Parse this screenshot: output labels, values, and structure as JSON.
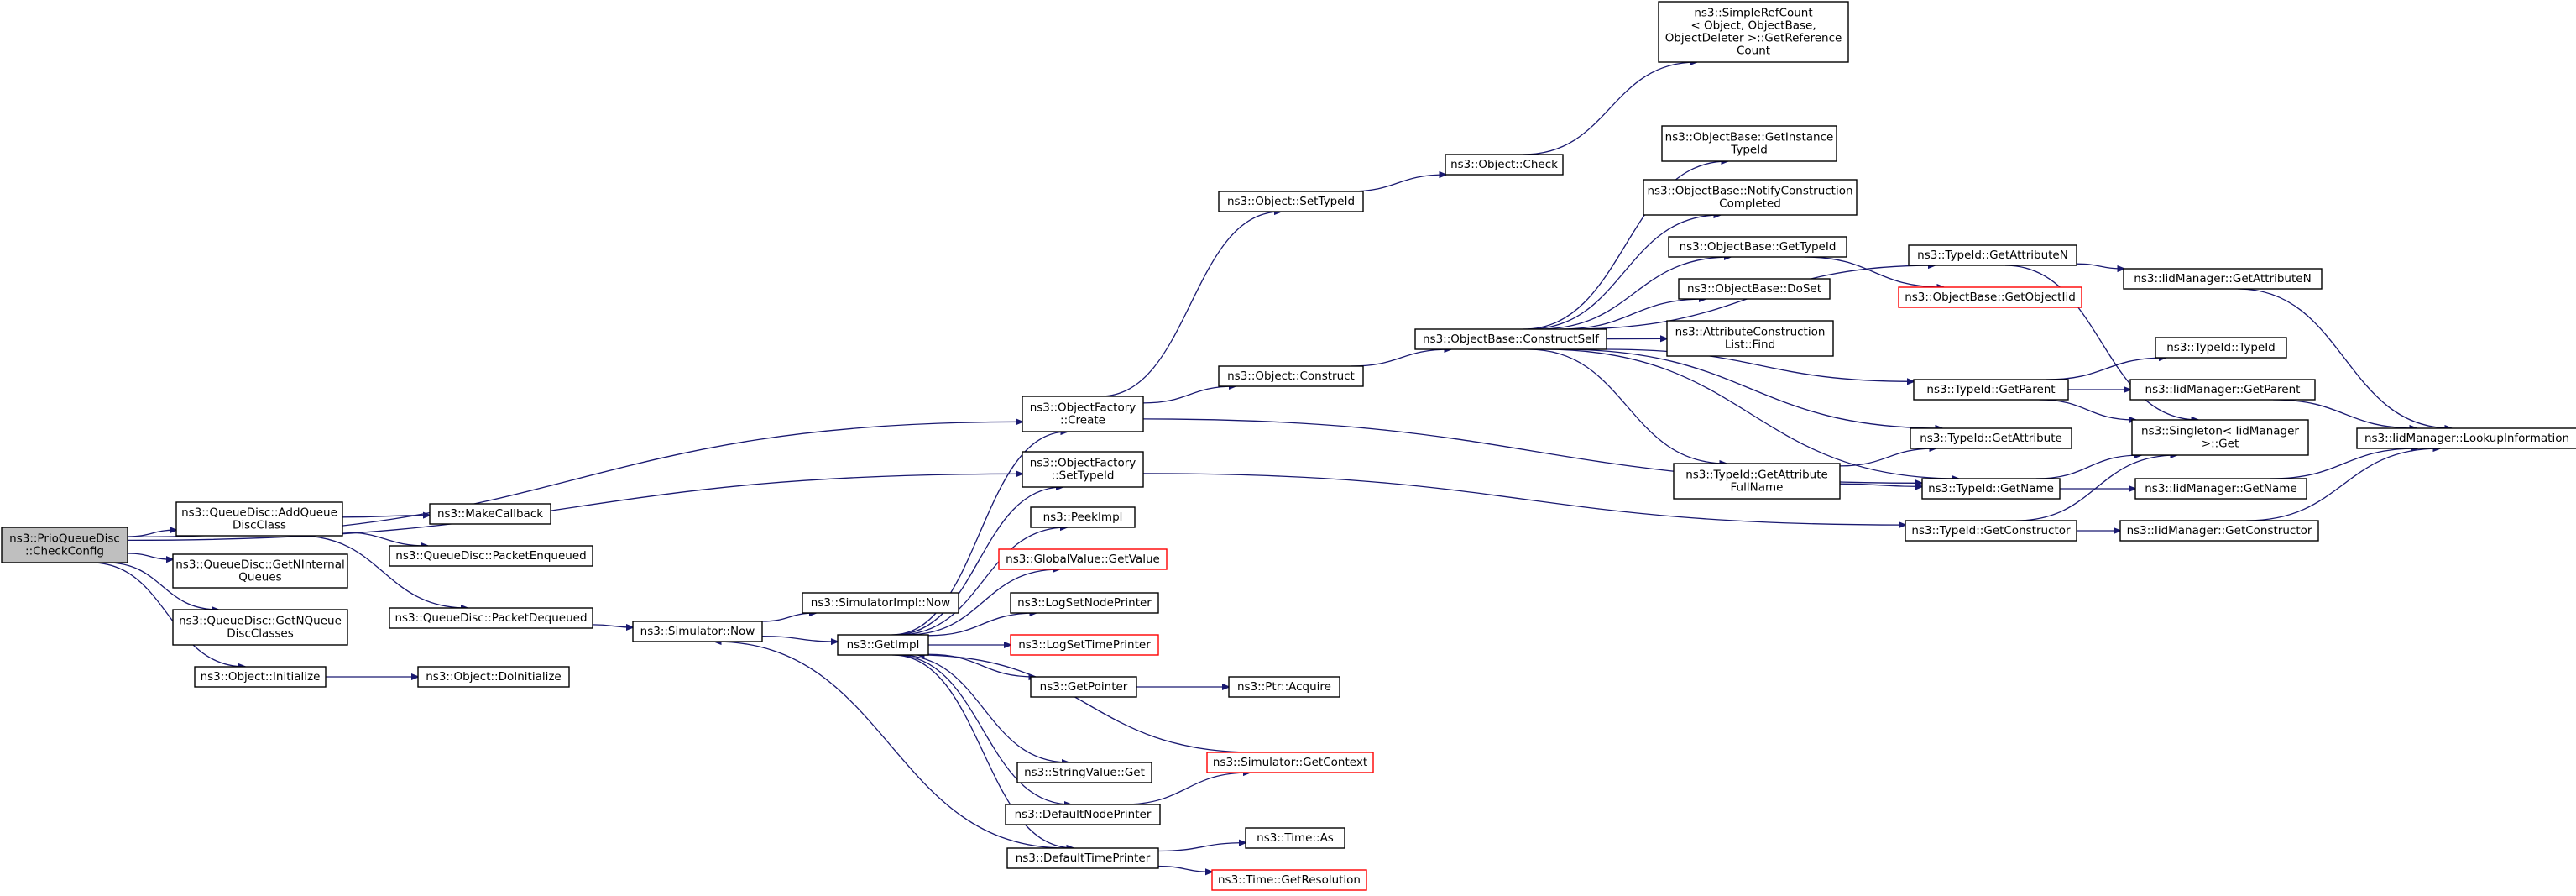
{
  "colors": {
    "edge": "#191970",
    "node_border": "#000000",
    "missing_border": "#ff0000",
    "root_fill": "#bfbfbf"
  },
  "nodes": [
    {
      "id": "root",
      "lines": [
        "ns3::PrioQueueDisc",
        "::CheckConfig"
      ],
      "style": "root"
    },
    {
      "id": "addQueueDiscClass",
      "lines": [
        "ns3::QueueDisc::AddQueue",
        "DiscClass"
      ]
    },
    {
      "id": "getNInternalQueues",
      "lines": [
        "ns3::QueueDisc::GetNInternal",
        "Queues"
      ]
    },
    {
      "id": "getNQueueDiscClasses",
      "lines": [
        "ns3::QueueDisc::GetNQueue",
        "DiscClasses"
      ]
    },
    {
      "id": "objectInitialize",
      "lines": [
        "ns3::Object::Initialize"
      ]
    },
    {
      "id": "objectDoInitialize",
      "lines": [
        "ns3::Object::DoInitialize"
      ]
    },
    {
      "id": "makeCallback",
      "lines": [
        "ns3::MakeCallback"
      ]
    },
    {
      "id": "packetEnqueued",
      "lines": [
        "ns3::QueueDisc::PacketEnqueued"
      ]
    },
    {
      "id": "packetDequeued",
      "lines": [
        "ns3::QueueDisc::PacketDequeued"
      ]
    },
    {
      "id": "simulatorNow",
      "lines": [
        "ns3::Simulator::Now"
      ]
    },
    {
      "id": "simulatorImplNow",
      "lines": [
        "ns3::SimulatorImpl::Now"
      ]
    },
    {
      "id": "getImpl",
      "lines": [
        "ns3::GetImpl"
      ]
    },
    {
      "id": "objectFactoryCreate",
      "lines": [
        "ns3::ObjectFactory",
        "::Create"
      ]
    },
    {
      "id": "objectFactorySetTypeId",
      "lines": [
        "ns3::ObjectFactory",
        "::SetTypeId"
      ]
    },
    {
      "id": "peekImpl",
      "lines": [
        "ns3::PeekImpl"
      ]
    },
    {
      "id": "globalValueGetValue",
      "lines": [
        "ns3::GlobalValue::GetValue"
      ],
      "style": "missing"
    },
    {
      "id": "logSetNodePrinter",
      "lines": [
        "ns3::LogSetNodePrinter"
      ]
    },
    {
      "id": "logSetTimePrinter",
      "lines": [
        "ns3::LogSetTimePrinter"
      ],
      "style": "missing"
    },
    {
      "id": "getPointer",
      "lines": [
        "ns3::GetPointer"
      ]
    },
    {
      "id": "ptrAcquire",
      "lines": [
        "ns3::Ptr::Acquire"
      ]
    },
    {
      "id": "stringValueGet",
      "lines": [
        "ns3::StringValue::Get"
      ]
    },
    {
      "id": "simulatorGetContext",
      "lines": [
        "ns3::Simulator::GetContext"
      ],
      "style": "missing"
    },
    {
      "id": "defaultNodePrinter",
      "lines": [
        "ns3::DefaultNodePrinter"
      ]
    },
    {
      "id": "defaultTimePrinter",
      "lines": [
        "ns3::DefaultTimePrinter"
      ]
    },
    {
      "id": "timeAs",
      "lines": [
        "ns3::Time::As"
      ]
    },
    {
      "id": "timeGetResolution",
      "lines": [
        "ns3::Time::GetResolution"
      ],
      "style": "missing"
    },
    {
      "id": "objectSetTypeId",
      "lines": [
        "ns3::Object::SetTypeId"
      ]
    },
    {
      "id": "objectCheck",
      "lines": [
        "ns3::Object::Check"
      ]
    },
    {
      "id": "simpleRefCount",
      "lines": [
        "ns3::SimpleRefCount",
        "< Object, ObjectBase,",
        "ObjectDeleter >::GetReference",
        "Count"
      ]
    },
    {
      "id": "objectConstruct",
      "lines": [
        "ns3::Object::Construct"
      ]
    },
    {
      "id": "constructSelf",
      "lines": [
        "ns3::ObjectBase::ConstructSelf"
      ]
    },
    {
      "id": "getInstanceTypeId",
      "lines": [
        "ns3::ObjectBase::GetInstance",
        "TypeId"
      ]
    },
    {
      "id": "notifyConstructionCompleted",
      "lines": [
        "ns3::ObjectBase::NotifyConstruction",
        "Completed"
      ]
    },
    {
      "id": "objectBaseGetTypeId",
      "lines": [
        "ns3::ObjectBase::GetTypeId"
      ]
    },
    {
      "id": "objectBaseDoSet",
      "lines": [
        "ns3::ObjectBase::DoSet"
      ]
    },
    {
      "id": "attributeConstructionListFind",
      "lines": [
        "ns3::AttributeConstruction",
        "List::Find"
      ]
    },
    {
      "id": "getAttributeFullName",
      "lines": [
        "ns3::TypeId::GetAttribute",
        "FullName"
      ]
    },
    {
      "id": "getObjectIid",
      "lines": [
        "ns3::ObjectBase::GetObjectIid"
      ],
      "style": "missing"
    },
    {
      "id": "typeIdGetAttributeN",
      "lines": [
        "ns3::TypeId::GetAttributeN"
      ]
    },
    {
      "id": "typeIdGetParent",
      "lines": [
        "ns3::TypeId::GetParent"
      ]
    },
    {
      "id": "typeIdGetAttribute",
      "lines": [
        "ns3::TypeId::GetAttribute"
      ]
    },
    {
      "id": "typeIdGetName",
      "lines": [
        "ns3::TypeId::GetName"
      ]
    },
    {
      "id": "typeIdGetConstructor",
      "lines": [
        "ns3::TypeId::GetConstructor"
      ]
    },
    {
      "id": "iidGetAttributeN",
      "lines": [
        "ns3::IidManager::GetAttributeN"
      ]
    },
    {
      "id": "typeIdTypeId",
      "lines": [
        "ns3::TypeId::TypeId"
      ]
    },
    {
      "id": "iidGetParent",
      "lines": [
        "ns3::IidManager::GetParent"
      ]
    },
    {
      "id": "singletonGet",
      "lines": [
        "ns3::Singleton< IidManager",
        "  >::Get"
      ]
    },
    {
      "id": "iidGetName",
      "lines": [
        "ns3::IidManager::GetName"
      ]
    },
    {
      "id": "iidGetConstructor",
      "lines": [
        "ns3::IidManager::GetConstructor"
      ]
    },
    {
      "id": "lookupInformation",
      "lines": [
        "ns3::IidManager::LookupInformation"
      ]
    }
  ],
  "edges": [
    [
      "root",
      "objectFactoryCreate"
    ],
    [
      "root",
      "objectFactorySetTypeId"
    ],
    [
      "root",
      "addQueueDiscClass"
    ],
    [
      "root",
      "getNInternalQueues"
    ],
    [
      "root",
      "getNQueueDiscClasses"
    ],
    [
      "root",
      "objectInitialize"
    ],
    [
      "addQueueDiscClass",
      "makeCallback"
    ],
    [
      "addQueueDiscClass",
      "packetEnqueued"
    ],
    [
      "addQueueDiscClass",
      "packetDequeued"
    ],
    [
      "objectInitialize",
      "objectDoInitialize"
    ],
    [
      "packetDequeued",
      "simulatorNow"
    ],
    [
      "simulatorNow",
      "simulatorImplNow"
    ],
    [
      "simulatorNow",
      "getImpl"
    ],
    [
      "getImpl",
      "objectFactoryCreate"
    ],
    [
      "getImpl",
      "objectFactorySetTypeId"
    ],
    [
      "getImpl",
      "peekImpl"
    ],
    [
      "getImpl",
      "globalValueGetValue"
    ],
    [
      "getImpl",
      "logSetNodePrinter"
    ],
    [
      "getImpl",
      "logSetTimePrinter"
    ],
    [
      "getImpl",
      "getPointer"
    ],
    [
      "getImpl",
      "stringValueGet"
    ],
    [
      "getImpl",
      "defaultNodePrinter"
    ],
    [
      "getImpl",
      "defaultTimePrinter"
    ],
    [
      "simulatorGetContext",
      "getImpl"
    ],
    [
      "defaultTimePrinter",
      "simulatorNow"
    ],
    [
      "getPointer",
      "ptrAcquire"
    ],
    [
      "defaultNodePrinter",
      "simulatorGetContext"
    ],
    [
      "defaultTimePrinter",
      "timeAs"
    ],
    [
      "defaultTimePrinter",
      "timeGetResolution"
    ],
    [
      "objectFactoryCreate",
      "objectSetTypeId"
    ],
    [
      "objectFactoryCreate",
      "objectConstruct"
    ],
    [
      "objectFactoryCreate",
      "typeIdGetName"
    ],
    [
      "objectFactorySetTypeId",
      "typeIdGetConstructor"
    ],
    [
      "objectSetTypeId",
      "objectCheck"
    ],
    [
      "objectCheck",
      "simpleRefCount"
    ],
    [
      "objectConstruct",
      "constructSelf"
    ],
    [
      "constructSelf",
      "getInstanceTypeId"
    ],
    [
      "constructSelf",
      "notifyConstructionCompleted"
    ],
    [
      "constructSelf",
      "objectBaseGetTypeId"
    ],
    [
      "constructSelf",
      "objectBaseDoSet"
    ],
    [
      "constructSelf",
      "attributeConstructionListFind"
    ],
    [
      "constructSelf",
      "getAttributeFullName"
    ],
    [
      "constructSelf",
      "typeIdGetAttributeN"
    ],
    [
      "constructSelf",
      "typeIdGetParent"
    ],
    [
      "constructSelf",
      "typeIdGetAttribute"
    ],
    [
      "constructSelf",
      "typeIdGetName"
    ],
    [
      "objectBaseGetTypeId",
      "getObjectIid"
    ],
    [
      "getAttributeFullName",
      "typeIdGetAttribute"
    ],
    [
      "getAttributeFullName",
      "typeIdGetName"
    ],
    [
      "typeIdGetAttributeN",
      "iidGetAttributeN"
    ],
    [
      "typeIdGetAttributeN",
      "singletonGet"
    ],
    [
      "typeIdGetParent",
      "typeIdTypeId"
    ],
    [
      "typeIdGetParent",
      "iidGetParent"
    ],
    [
      "typeIdGetParent",
      "singletonGet"
    ],
    [
      "typeIdGetName",
      "singletonGet"
    ],
    [
      "typeIdGetName",
      "iidGetName"
    ],
    [
      "typeIdGetConstructor",
      "singletonGet"
    ],
    [
      "typeIdGetConstructor",
      "iidGetConstructor"
    ],
    [
      "iidGetAttributeN",
      "lookupInformation"
    ],
    [
      "iidGetParent",
      "lookupInformation"
    ],
    [
      "iidGetName",
      "lookupInformation"
    ],
    [
      "iidGetConstructor",
      "lookupInformation"
    ]
  ]
}
